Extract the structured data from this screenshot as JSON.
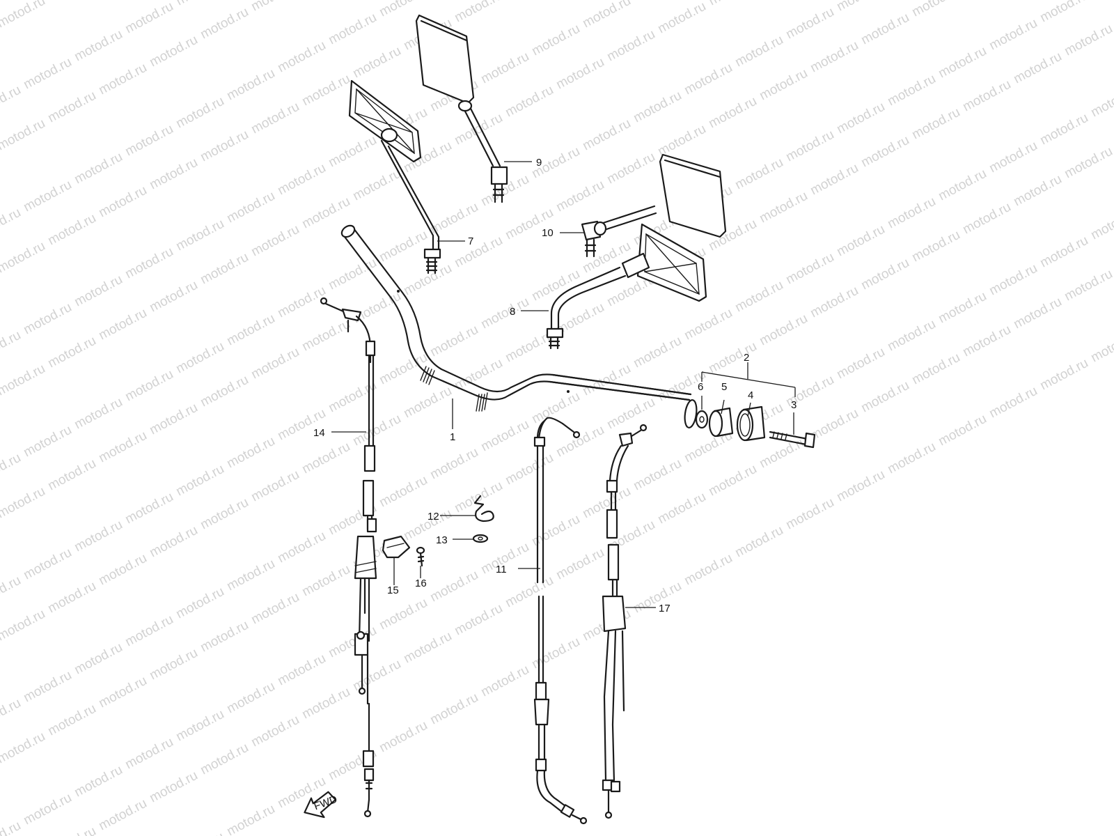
{
  "watermark": {
    "text": "motod.ru",
    "color": "#d2d2d2"
  },
  "direction_arrow": {
    "label": "FWD"
  },
  "callouts": [
    "1",
    "2",
    "3",
    "4",
    "5",
    "6",
    "7",
    "8",
    "9",
    "10",
    "11",
    "12",
    "13",
    "14",
    "15",
    "16",
    "17"
  ],
  "colors": {
    "line": "#1a1a1a",
    "background": "#ffffff"
  }
}
